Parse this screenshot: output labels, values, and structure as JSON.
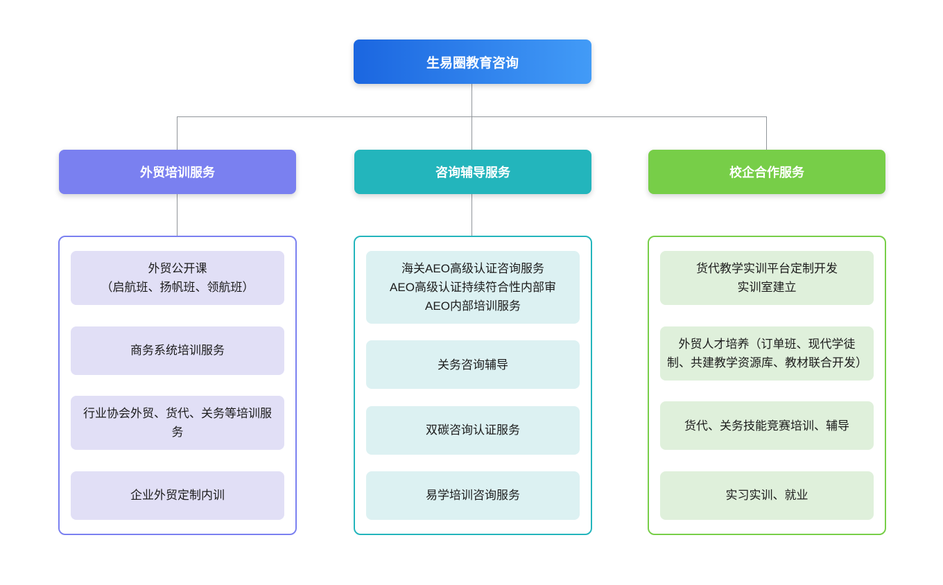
{
  "root": {
    "title": "生易圈教育咨询",
    "gradient_start": "#1b66e0",
    "gradient_end": "#429bf7"
  },
  "connector_color": "#8f9499",
  "branches": [
    {
      "title": "外贸培训服务",
      "header_color": "#7a80f0",
      "item_bg": "#e1dff6",
      "items": [
        "外贸公开课\n（启航班、扬帆班、领航班）",
        "商务系统培训服务",
        "行业协会外贸、货代、关务等培训服务",
        "企业外贸定制内训"
      ]
    },
    {
      "title": "咨询辅导服务",
      "header_color": "#23b5bc",
      "item_bg": "#dcf1f2",
      "items": [
        "海关AEO高级认证咨询服务\nAEO高级认证持续符合性内部审\nAEO内部培训服务",
        "关务咨询辅导",
        "双碳咨询认证服务",
        "易学培训咨询服务"
      ]
    },
    {
      "title": "校企合作服务",
      "header_color": "#77ce48",
      "item_bg": "#dff0db",
      "items": [
        "货代教学实训平台定制开发\n实训室建立",
        "外贸人才培养（订单班、现代学徒制、共建教学资源库、教材联合开发）",
        "货代、关务技能竞赛培训、辅导",
        "实习实训、就业"
      ]
    }
  ]
}
